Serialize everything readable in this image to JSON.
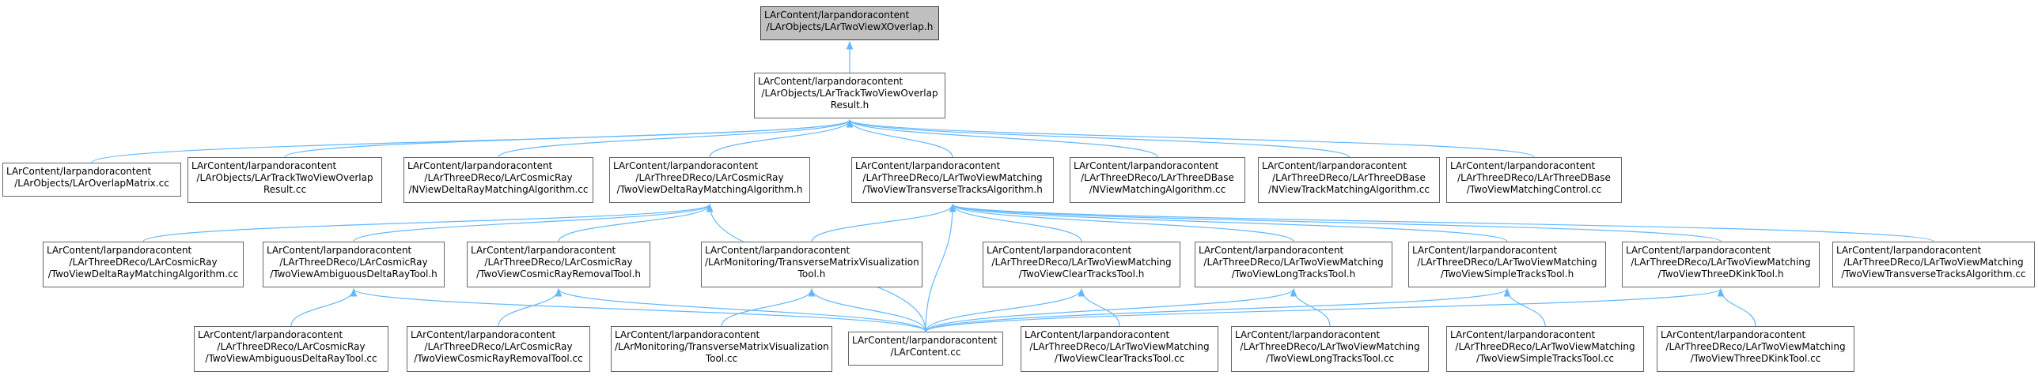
{
  "colors": {
    "edge": "#63b8ff",
    "node_border": "#666666",
    "root_fill": "#bfbfbf"
  },
  "nodes": [
    {
      "id": "root",
      "root": true,
      "lines": [
        "LArContent/larpandoracontent",
        "/LArObjects/LArTwoViewXOverlap.h"
      ]
    },
    {
      "id": "track-overlap",
      "lines": [
        "LArContent/larpandoracontent",
        "/LArObjects/LArTrackTwoViewOverlap",
        "Result.h"
      ]
    },
    {
      "id": "overlap-matrix",
      "lines": [
        "LArContent/larpandoracontent",
        "/LArObjects/LArOverlapMatrix.cc"
      ]
    },
    {
      "id": "track-overlap-cc",
      "lines": [
        "LArContent/larpandoracontent",
        "/LArObjects/LArTrackTwoViewOverlap",
        "Result.cc"
      ]
    },
    {
      "id": "nview-delta-ray",
      "lines": [
        "LArContent/larpandoracontent",
        "/LArThreeDReco/LArCosmicRay",
        "/NViewDeltaRayMatchingAlgorithm.cc"
      ]
    },
    {
      "id": "two-view-delta-ray-h",
      "lines": [
        "LArContent/larpandoracontent",
        "/LArThreeDReco/LArCosmicRay",
        "/TwoViewDeltaRayMatchingAlgorithm.h"
      ]
    },
    {
      "id": "two-view-transverse-h",
      "lines": [
        "LArContent/larpandoracontent",
        "/LArThreeDReco/LArTwoViewMatching",
        "/TwoViewTransverseTracksAlgorithm.h"
      ]
    },
    {
      "id": "nview-matching-alg",
      "lines": [
        "LArContent/larpandoracontent",
        "/LArThreeDReco/LArThreeDBase",
        "/NViewMatchingAlgorithm.cc"
      ]
    },
    {
      "id": "nview-track-matching",
      "lines": [
        "LArContent/larpandoracontent",
        "/LArThreeDReco/LArThreeDBase",
        "/NViewTrackMatchingAlgorithm.cc"
      ]
    },
    {
      "id": "two-view-matching-control",
      "lines": [
        "LArContent/larpandoracontent",
        "/LArThreeDReco/LArThreeDBase",
        "/TwoViewMatchingControl.cc"
      ]
    },
    {
      "id": "two-view-delta-ray-cc",
      "lines": [
        "LArContent/larpandoracontent",
        "/LArThreeDReco/LArCosmicRay",
        "/TwoViewDeltaRayMatchingAlgorithm.cc"
      ]
    },
    {
      "id": "ambiguous-delta-ray-h",
      "lines": [
        "LArContent/larpandoracontent",
        "/LArThreeDReco/LArCosmicRay",
        "/TwoViewAmbiguousDeltaRayTool.h"
      ]
    },
    {
      "id": "cosmic-removal-h",
      "lines": [
        "LArContent/larpandoracontent",
        "/LArThreeDReco/LArCosmicRay",
        "/TwoViewCosmicRayRemovalTool.h"
      ]
    },
    {
      "id": "transverse-viz-h",
      "lines": [
        "LArContent/larpandoracontent",
        "/LArMonitoring/TransverseMatrixVisualization",
        "Tool.h"
      ]
    },
    {
      "id": "clear-tracks-h",
      "lines": [
        "LArContent/larpandoracontent",
        "/LArThreeDReco/LArTwoViewMatching",
        "/TwoViewClearTracksTool.h"
      ]
    },
    {
      "id": "long-tracks-h",
      "lines": [
        "LArContent/larpandoracontent",
        "/LArThreeDReco/LArTwoViewMatching",
        "/TwoViewLongTracksTool.h"
      ]
    },
    {
      "id": "simple-tracks-h",
      "lines": [
        "LArContent/larpandoracontent",
        "/LArThreeDReco/LArTwoViewMatching",
        "/TwoViewSimpleTracksTool.h"
      ]
    },
    {
      "id": "kink-tool-h",
      "lines": [
        "LArContent/larpandoracontent",
        "/LArThreeDReco/LArTwoViewMatching",
        "/TwoViewThreeDKinkTool.h"
      ]
    },
    {
      "id": "transverse-alg-cc",
      "lines": [
        "LArContent/larpandoracontent",
        "/LArThreeDReco/LArTwoViewMatching",
        "/TwoViewTransverseTracksAlgorithm.cc"
      ]
    },
    {
      "id": "ambiguous-delta-ray-cc",
      "lines": [
        "LArContent/larpandoracontent",
        "/LArThreeDReco/LArCosmicRay",
        "/TwoViewAmbiguousDeltaRayTool.cc"
      ]
    },
    {
      "id": "cosmic-removal-cc",
      "lines": [
        "LArContent/larpandoracontent",
        "/LArThreeDReco/LArCosmicRay",
        "/TwoViewCosmicRayRemovalTool.cc"
      ]
    },
    {
      "id": "transverse-viz-cc",
      "lines": [
        "LArContent/larpandoracontent",
        "/LArMonitoring/TransverseMatrixVisualization",
        "Tool.cc"
      ]
    },
    {
      "id": "lar-content-cc",
      "lines": [
        "LArContent/larpandoracontent",
        "/LArContent.cc"
      ]
    },
    {
      "id": "clear-tracks-cc",
      "lines": [
        "LArContent/larpandoracontent",
        "/LArThreeDReco/LArTwoViewMatching",
        "/TwoViewClearTracksTool.cc"
      ]
    },
    {
      "id": "long-tracks-cc",
      "lines": [
        "LArContent/larpandoracontent",
        "/LArThreeDReco/LArTwoViewMatching",
        "/TwoViewLongTracksTool.cc"
      ]
    },
    {
      "id": "simple-tracks-cc",
      "lines": [
        "LArContent/larpandoracontent",
        "/LArThreeDReco/LArTwoViewMatching",
        "/TwoViewSimpleTracksTool.cc"
      ]
    },
    {
      "id": "kink-tool-cc",
      "lines": [
        "LArContent/larpandoracontent",
        "/LArThreeDReco/LArTwoViewMatching",
        "/TwoViewThreeDKinkTool.cc"
      ]
    }
  ],
  "edges": [
    [
      "track-overlap",
      "root"
    ],
    [
      "overlap-matrix",
      "track-overlap"
    ],
    [
      "track-overlap-cc",
      "track-overlap"
    ],
    [
      "nview-delta-ray",
      "track-overlap"
    ],
    [
      "two-view-delta-ray-h",
      "track-overlap"
    ],
    [
      "two-view-transverse-h",
      "track-overlap"
    ],
    [
      "nview-matching-alg",
      "track-overlap"
    ],
    [
      "nview-track-matching",
      "track-overlap"
    ],
    [
      "two-view-matching-control",
      "track-overlap"
    ],
    [
      "two-view-delta-ray-cc",
      "two-view-delta-ray-h"
    ],
    [
      "ambiguous-delta-ray-h",
      "two-view-delta-ray-h"
    ],
    [
      "cosmic-removal-h",
      "two-view-delta-ray-h"
    ],
    [
      "lar-content-cc",
      "two-view-delta-ray-h"
    ],
    [
      "transverse-viz-h",
      "two-view-transverse-h"
    ],
    [
      "lar-content-cc",
      "two-view-transverse-h"
    ],
    [
      "clear-tracks-h",
      "two-view-transverse-h"
    ],
    [
      "long-tracks-h",
      "two-view-transverse-h"
    ],
    [
      "simple-tracks-h",
      "two-view-transverse-h"
    ],
    [
      "kink-tool-h",
      "two-view-transverse-h"
    ],
    [
      "transverse-alg-cc",
      "two-view-transverse-h"
    ],
    [
      "ambiguous-delta-ray-cc",
      "ambiguous-delta-ray-h"
    ],
    [
      "lar-content-cc",
      "ambiguous-delta-ray-h"
    ],
    [
      "cosmic-removal-cc",
      "cosmic-removal-h"
    ],
    [
      "lar-content-cc",
      "cosmic-removal-h"
    ],
    [
      "transverse-viz-cc",
      "transverse-viz-h"
    ],
    [
      "lar-content-cc",
      "transverse-viz-h"
    ],
    [
      "lar-content-cc",
      "clear-tracks-h"
    ],
    [
      "clear-tracks-cc",
      "clear-tracks-h"
    ],
    [
      "lar-content-cc",
      "long-tracks-h"
    ],
    [
      "long-tracks-cc",
      "long-tracks-h"
    ],
    [
      "lar-content-cc",
      "simple-tracks-h"
    ],
    [
      "simple-tracks-cc",
      "simple-tracks-h"
    ],
    [
      "lar-content-cc",
      "kink-tool-h"
    ],
    [
      "kink-tool-cc",
      "kink-tool-h"
    ]
  ]
}
